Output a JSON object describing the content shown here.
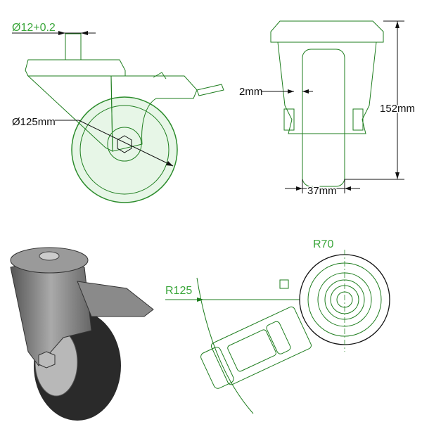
{
  "side_view": {
    "shaft_diameter_label": "Ø12+0.2",
    "wheel_diameter_label": "Ø125mm"
  },
  "front_view": {
    "clearance_label": "2mm",
    "height_label": "152mm",
    "wheel_width_label": "37mm"
  },
  "top_view": {
    "wheel_radius_label": "R70",
    "swivel_radius_label": "R125"
  },
  "colors": {
    "drawing_green": "#1e7d1e",
    "fill_green": "#cfeccf",
    "label_green": "#3aa63a",
    "photo_grey": "#8a8a8a"
  }
}
